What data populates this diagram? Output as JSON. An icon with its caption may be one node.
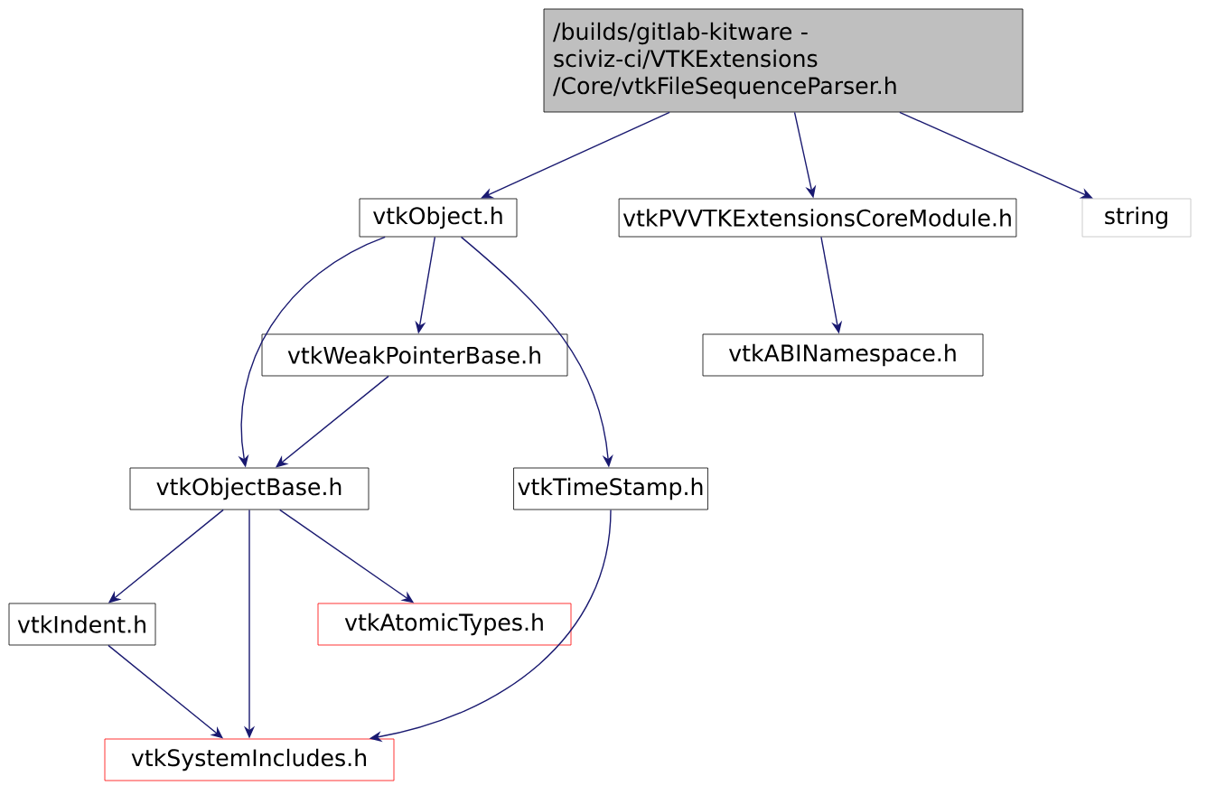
{
  "diagram": {
    "nodes": [
      {
        "text": [
          "/builds/gitlab-kitware -sciviz-ci/VTKExtensions /Core/vtkFileSequenceParser.h"
        ]
      },
      {
        "text": [
          "vtkObject.h"
        ]
      },
      {
        "text": [
          "vtkPVVTKExtensionsCoreModule.h"
        ]
      },
      {
        "text": [
          "string"
        ]
      },
      {
        "text": [
          "vtkWeakPointerBase.h"
        ]
      },
      {
        "text": [
          "vtkABINamespace.h"
        ]
      },
      {
        "text": [
          "vtkObjectBase.h"
        ]
      },
      {
        "text": [
          "vtkTimeStamp.h"
        ]
      },
      {
        "text": [
          "vtkIndent.h"
        ]
      },
      {
        "text": [
          "vtkAtomicTypes.h"
        ]
      },
      {
        "text": [
          "vtkSystemIncludes.h"
        ]
      }
    ],
    "edges": [
      {
        "from": 0,
        "to": 1,
        "arrow": "to"
      },
      {
        "from": 0,
        "to": 2,
        "arrow": "to"
      },
      {
        "from": 0,
        "to": 3,
        "arrow": "to"
      },
      {
        "from": 1,
        "to": 4,
        "arrow": "to"
      },
      {
        "from": 1,
        "to": 6,
        "arrow": "to"
      },
      {
        "from": 1,
        "to": 7,
        "arrow": "to"
      },
      {
        "from": 2,
        "to": 5,
        "arrow": "to"
      },
      {
        "from": 4,
        "to": 6,
        "arrow": "to"
      },
      {
        "from": 6,
        "to": 8,
        "arrow": "to"
      },
      {
        "from": 6,
        "to": 10,
        "arrow": "to"
      },
      {
        "from": 6,
        "to": 9,
        "arrow": "to"
      },
      {
        "from": 8,
        "to": 10,
        "arrow": "to"
      },
      {
        "from": 7,
        "to": 10,
        "arrow": "to"
      }
    ]
  }
}
